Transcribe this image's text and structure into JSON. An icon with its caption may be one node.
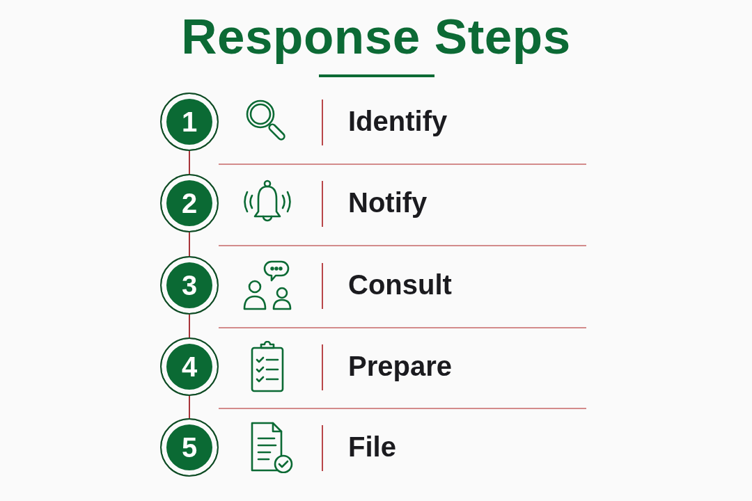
{
  "diagram": {
    "title": "Response Steps",
    "nodes": [
      {
        "text": [
          "1"
        ]
      },
      {
        "text": [
          "2"
        ]
      },
      {
        "text": [
          "3"
        ]
      },
      {
        "text": [
          "4"
        ]
      },
      {
        "text": [
          "5"
        ]
      }
    ],
    "edges": [
      {
        "from": 0,
        "to": 1,
        "arrow": "none"
      },
      {
        "from": 1,
        "to": 2,
        "arrow": "none"
      },
      {
        "from": 2,
        "to": 3,
        "arrow": "none"
      },
      {
        "from": 3,
        "to": 4,
        "arrow": "none"
      }
    ],
    "labels": [
      "Identify",
      "Notify",
      "Consult",
      "Prepare",
      "File"
    ]
  }
}
